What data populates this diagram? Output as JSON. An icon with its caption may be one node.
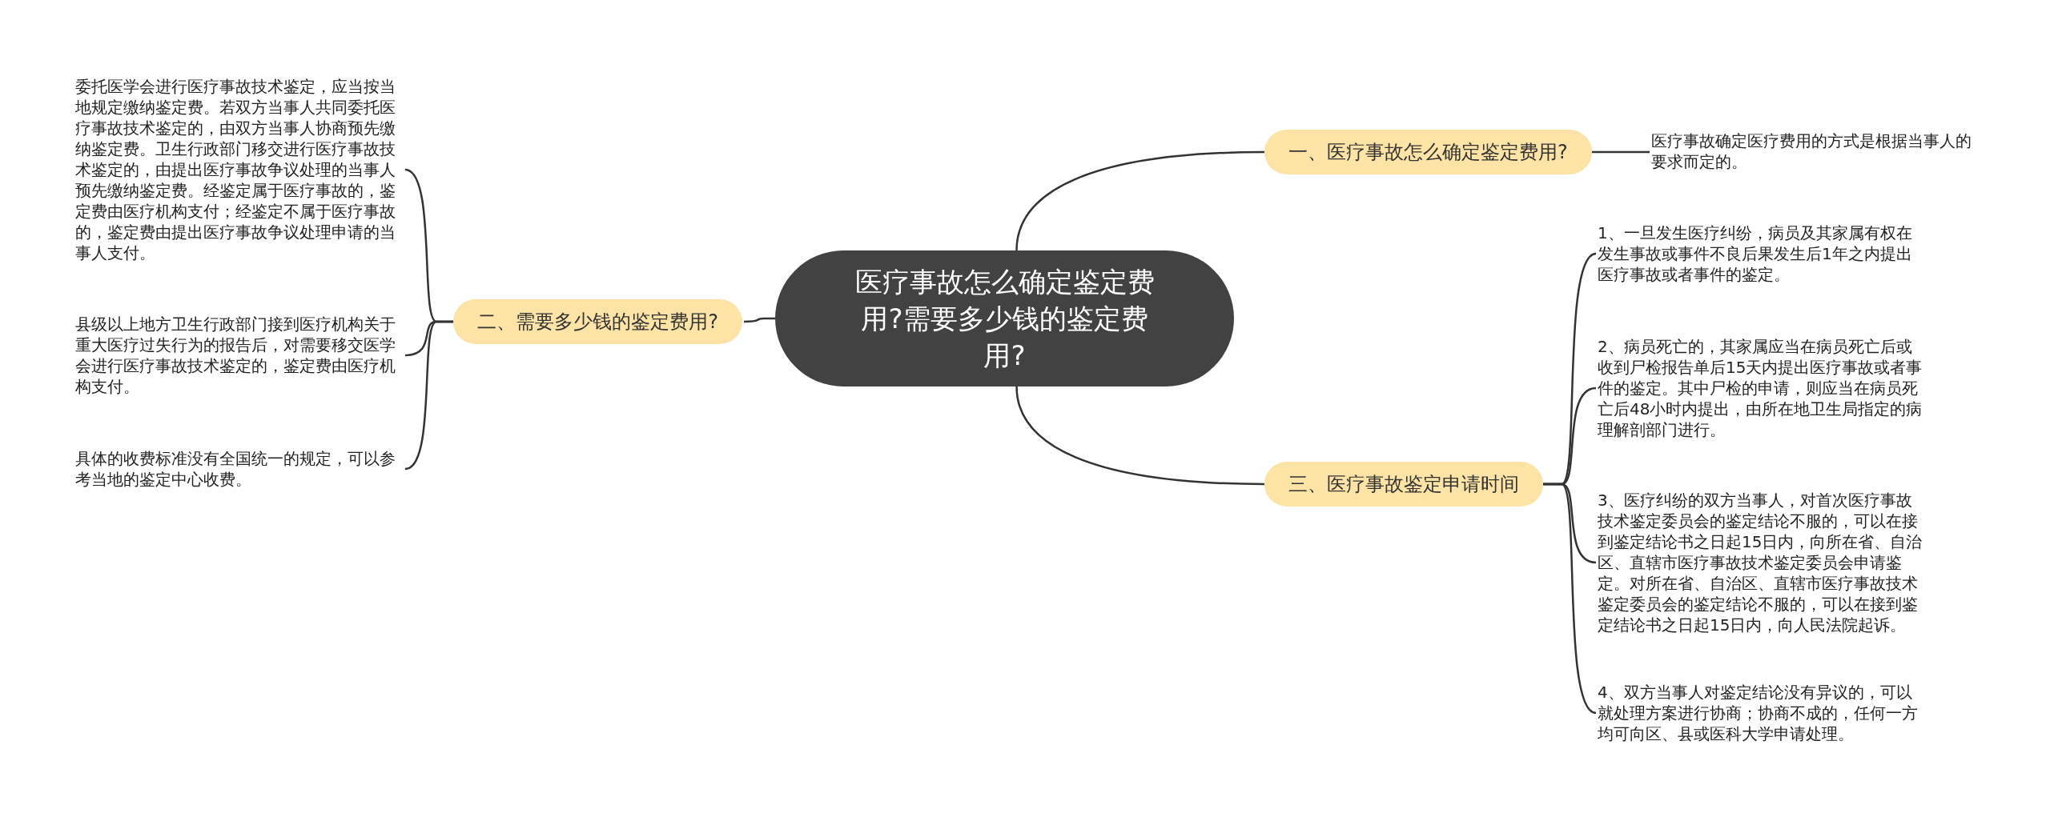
{
  "diagram": {
    "nodes": [
      {
        "text": [
          "医疗事故怎么确定鉴定费用?需要多少钱的鉴定费用?"
        ]
      },
      {
        "text": [
          "一、医疗事故怎么确定鉴定费用?"
        ]
      },
      {
        "text": [
          "医疗事故确定医疗费用的方式是根据当事人的要求而定的。"
        ]
      },
      {
        "text": [
          "二、需要多少钱的鉴定费用?"
        ]
      },
      {
        "text": [
          "委托医学会进行医疗事故技术鉴定，应当按当地规定缴纳鉴定费。若双方当事人共同委托医疗事故技术鉴定的，由双方当事人协商预先缴纳鉴定费。卫生行政部门移交进行医疗事故技术鉴定的，由提出医疗事故争议处理的当事人预先缴纳鉴定费。经鉴定属于医疗事故的，鉴定费由医疗机构支付；经鉴定不属于医疗事故的，鉴定费由提出医疗事故争议处理申请的当事人支付。"
        ]
      },
      {
        "text": [
          "县级以上地方卫生行政部门接到医疗机构关于重大医疗过失行为的报告后，对需要移交医学会进行医疗事故技术鉴定的，鉴定费由医疗机构支付。"
        ]
      },
      {
        "text": [
          "具体的收费标准没有全国统一的规定，可以参考当地的鉴定中心收费。"
        ]
      },
      {
        "text": [
          "三、医疗事故鉴定申请时间"
        ]
      },
      {
        "text": [
          "1、一旦发生医疗纠纷，病员及其家属有权在发生事故或事件不良后果发生后1年之内提出医疗事故或者事件的鉴定。"
        ]
      },
      {
        "text": [
          "2、病员死亡的，其家属应当在病员死亡后或收到尸检报告单后15天内提出医疗事故或者事件的鉴定。其中尸检的申请，则应当在病员死亡后48小时内提出，由所在地卫生局指定的病理解剖部门进行。"
        ]
      },
      {
        "text": [
          "3、医疗纠纷的双方当事人，对首次医疗事故技术鉴定委员会的鉴定结论不服的，可以在接到鉴定结论书之日起15日内，向所在省、自治区、直辖市医疗事故技术鉴定委员会申请鉴定。对所在省、自治区、直辖市医疗事故技术鉴定委员会的鉴定结论不服的，可以在接到鉴定结论书之日起15日内，向人民法院起诉。"
        ]
      },
      {
        "text": [
          "4、双方当事人对鉴定结论没有异议的，可以就处理方案进行协商；协商不成的，任何一方均可向区、县或医科大学申请处理。"
        ]
      }
    ],
    "edges": [
      {
        "from": 0,
        "to": 1,
        "arrow": "none"
      },
      {
        "from": 1,
        "to": 2,
        "arrow": "none"
      },
      {
        "from": 0,
        "to": 3,
        "arrow": "none"
      },
      {
        "from": 3,
        "to": 4,
        "arrow": "none"
      },
      {
        "from": 3,
        "to": 5,
        "arrow": "none"
      },
      {
        "from": 3,
        "to": 6,
        "arrow": "none"
      },
      {
        "from": 0,
        "to": 7,
        "arrow": "none"
      },
      {
        "from": 7,
        "to": 8,
        "arrow": "none"
      },
      {
        "from": 7,
        "to": 9,
        "arrow": "none"
      },
      {
        "from": 7,
        "to": 10,
        "arrow": "none"
      },
      {
        "from": 7,
        "to": 11,
        "arrow": "none"
      }
    ]
  }
}
